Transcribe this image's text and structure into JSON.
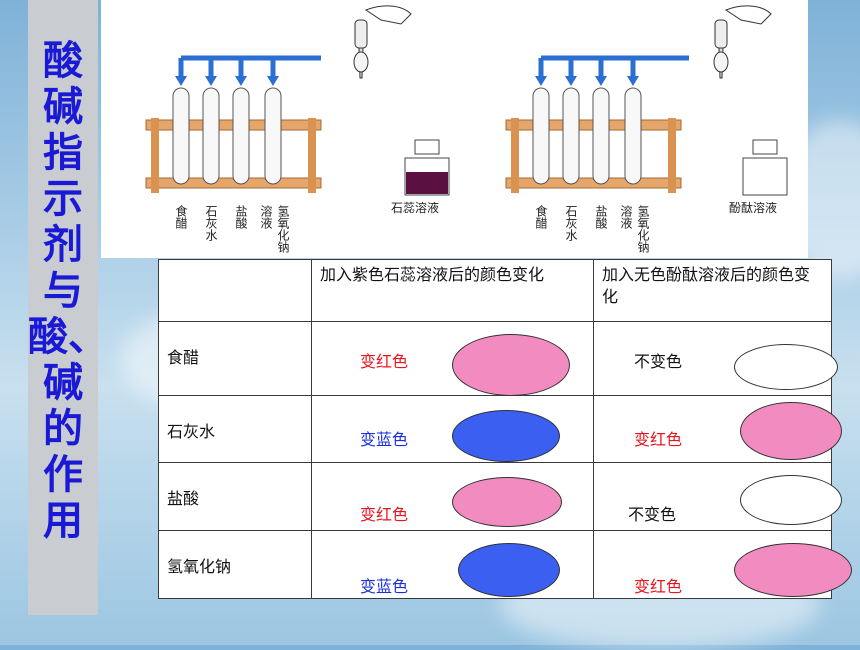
{
  "sidebar": {
    "title": "酸碱指示剂与酸、碱的作用"
  },
  "illustration": {
    "left_vessel_labels": [
      "食醋",
      "石灰水",
      "盐酸",
      "溶液",
      "氢氧化钠"
    ],
    "left_bottle_label": "石蕊溶液",
    "right_vessel_labels": [
      "食醋",
      "石灰水",
      "盐酸",
      "溶液",
      "氢氧化钠"
    ],
    "right_bottle_label": "酚酞溶液"
  },
  "table": {
    "headers": [
      "",
      "加入紫色石蕊溶液后的颜色变化",
      "加入无色酚酞溶液后的颜色变化"
    ],
    "rows": [
      {
        "name": "食醋",
        "litmus": {
          "text": "变红色",
          "text_color": "#e8141e",
          "fill": "#f28cc0"
        },
        "phenol": {
          "text": "不变色",
          "text_color": "#111111",
          "fill": "#ffffff"
        }
      },
      {
        "name": "石灰水",
        "litmus": {
          "text": "变蓝色",
          "text_color": "#1a2fe0",
          "fill": "#3b5ff0"
        },
        "phenol": {
          "text": "变红色",
          "text_color": "#e8141e",
          "fill": "#f28cc0"
        }
      },
      {
        "name": "盐酸",
        "litmus": {
          "text": "变红色",
          "text_color": "#e8141e",
          "fill": "#f28cc0"
        },
        "phenol": {
          "text": "不变色",
          "text_color": "#111111",
          "fill": "#ffffff"
        }
      },
      {
        "name": "氢氧化钠",
        "litmus": {
          "text": "变蓝色",
          "text_color": "#1a2fe0",
          "fill": "#3b5ff0"
        },
        "phenol": {
          "text": "变红色",
          "text_color": "#e8141e",
          "fill": "#f28cc0"
        }
      }
    ]
  }
}
